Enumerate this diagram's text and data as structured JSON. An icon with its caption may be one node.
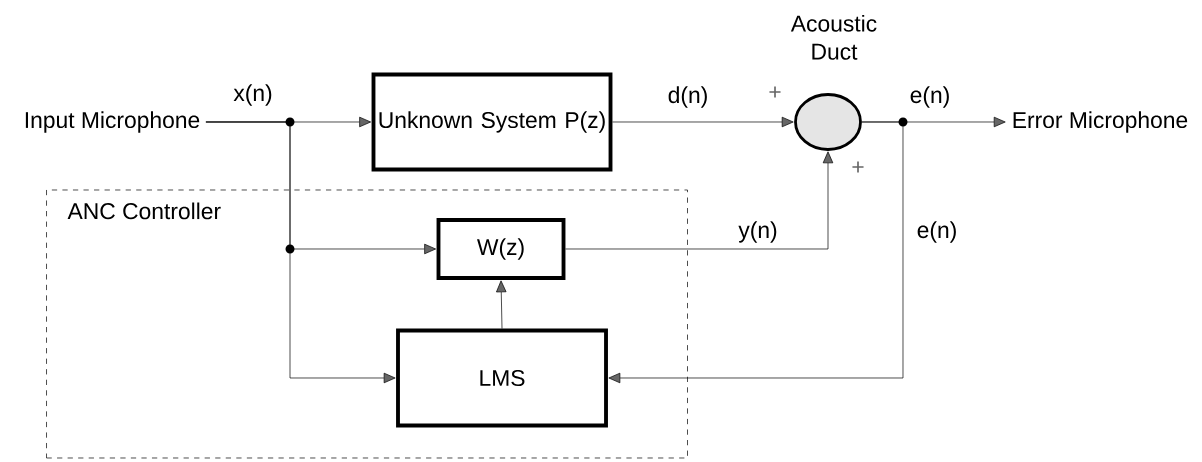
{
  "diagram": {
    "nodes": [
      {
        "text": [
          "Input Microphone"
        ]
      },
      {
        "text": [
          "ANC Controller"
        ]
      },
      {
        "text": [
          "Unknown System P(z)"
        ]
      },
      {
        "text": [
          "Acoustic Duct"
        ]
      },
      {
        "text": [
          "Error Microphone"
        ]
      },
      {
        "text": [
          "W(z)"
        ],
        "in": 1
      },
      {
        "text": [
          "LMS"
        ],
        "in": 1
      }
    ],
    "edges": [
      {
        "from": 0,
        "to": 2,
        "arrow": "to",
        "label": "x(n)"
      },
      {
        "from": 0,
        "to": 5,
        "arrow": "to"
      },
      {
        "from": 0,
        "to": 6,
        "arrow": "to"
      },
      {
        "from": 2,
        "to": 3,
        "arrow": "to",
        "label": "d(n)"
      },
      {
        "from": 5,
        "to": 3,
        "arrow": "to",
        "label": "y(n)"
      },
      {
        "from": 3,
        "to": 4,
        "arrow": "to",
        "label": "e(n)"
      },
      {
        "from": 3,
        "to": 6,
        "arrow": "to",
        "label": "e(n)"
      },
      {
        "from": 6,
        "to": 5,
        "arrow": "to"
      }
    ],
    "labels": [
      "+",
      "+"
    ]
  }
}
